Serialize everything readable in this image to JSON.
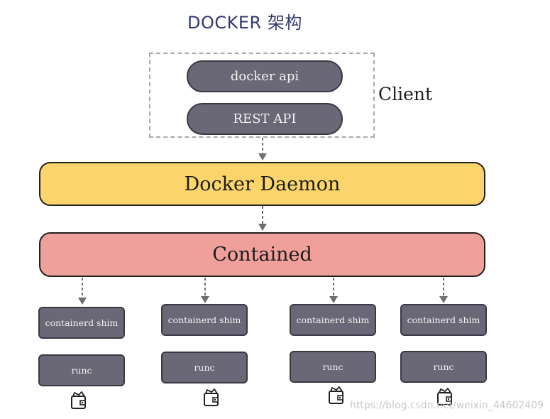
{
  "title": "DOCKER 架构",
  "client": {
    "label": "Client",
    "docker_api": "docker api",
    "rest_api": "REST API"
  },
  "daemon": {
    "label": "Docker Daemon"
  },
  "contained": {
    "label": "Contained"
  },
  "columns": [
    {
      "shim": "containerd shim",
      "runc": "runc"
    },
    {
      "shim": "containerd shim",
      "runc": "runc"
    },
    {
      "shim": "containerd shim",
      "runc": "runc"
    },
    {
      "shim": "containerd shim",
      "runc": "runc"
    }
  ],
  "watermark": "https://blog.csdn.net/weixin_44602409",
  "colors": {
    "daemon": "#fbd56b",
    "contained": "#f0a09a",
    "component": "#6a6776",
    "client_border": "#a9a9a9"
  }
}
